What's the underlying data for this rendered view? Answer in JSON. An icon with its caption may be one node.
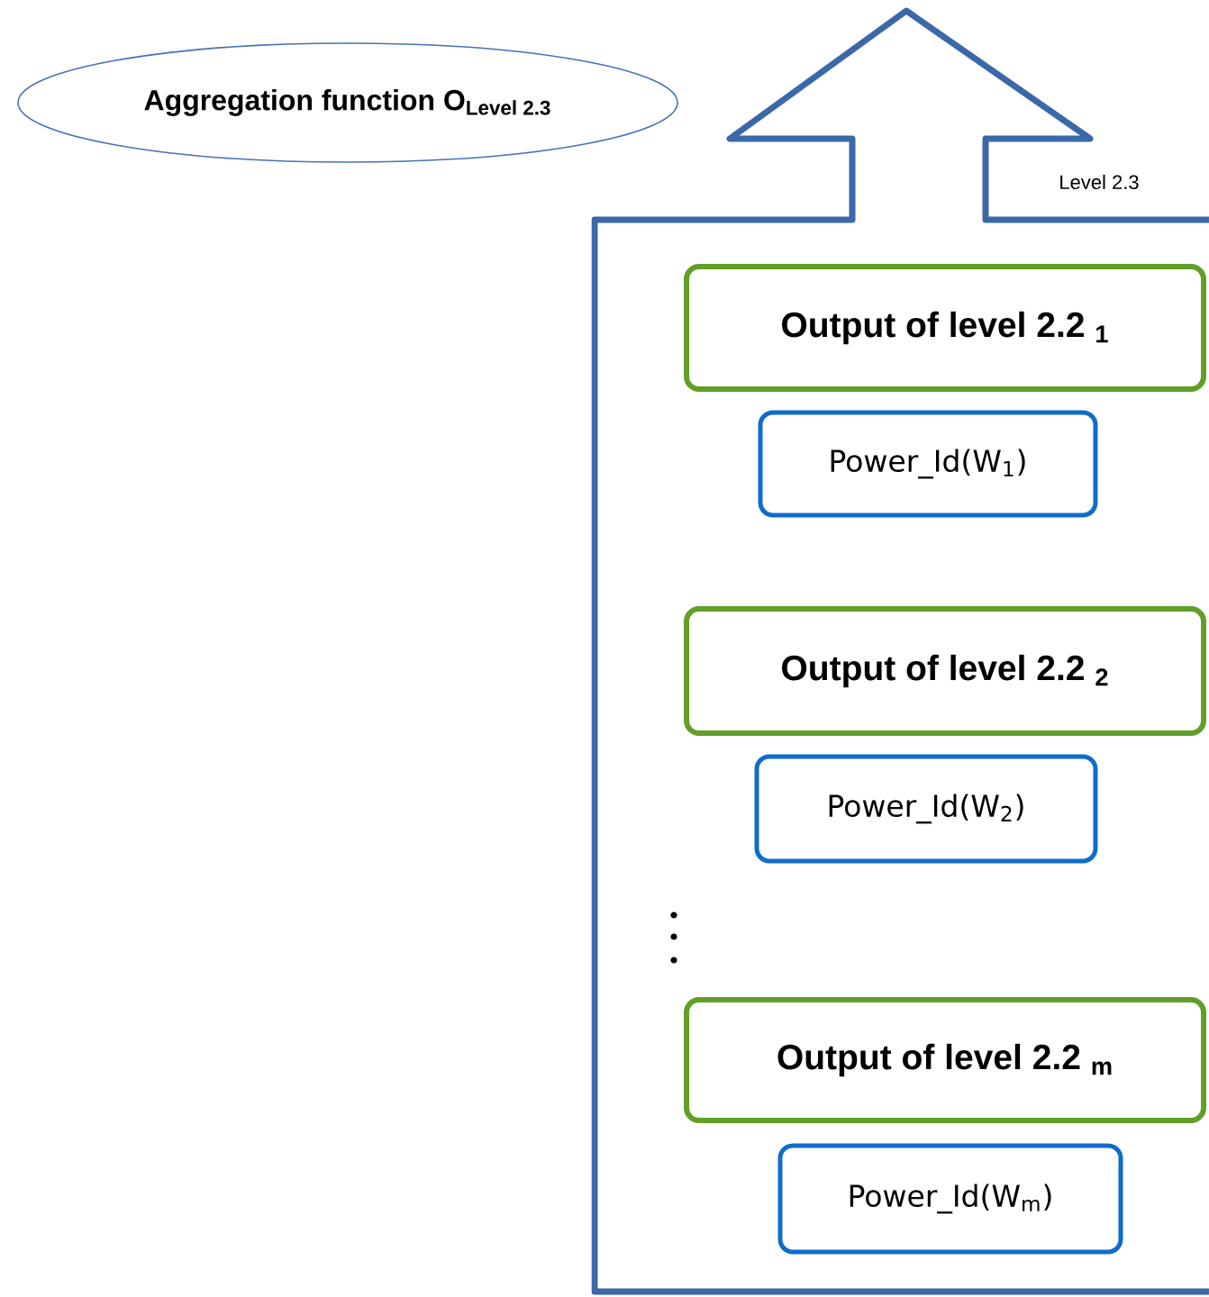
{
  "diagram": {
    "nodes": [
      {
        "text": [
          "Aggregation function O$_{Level 2.3}$"
        ]
      },
      {
        "text": [
          "Level 2.3"
        ]
      },
      {
        "text": [
          "Output of level 2.2 $_{1}$"
        ],
        "in": 1
      },
      {
        "text": [
          "Power_Id(W$_{1}$)"
        ],
        "in": 1
      },
      {
        "text": [
          "Output of level 2.2 $_{2}$"
        ],
        "in": 1
      },
      {
        "text": [
          "Power_Id(W$_{2}$)"
        ],
        "in": 1
      },
      {
        "text": [
          "Output of level 2.2 $_{m}$"
        ],
        "in": 1
      },
      {
        "text": [
          "Power_Id(W$_{m}$)"
        ],
        "in": 1
      }
    ]
  }
}
